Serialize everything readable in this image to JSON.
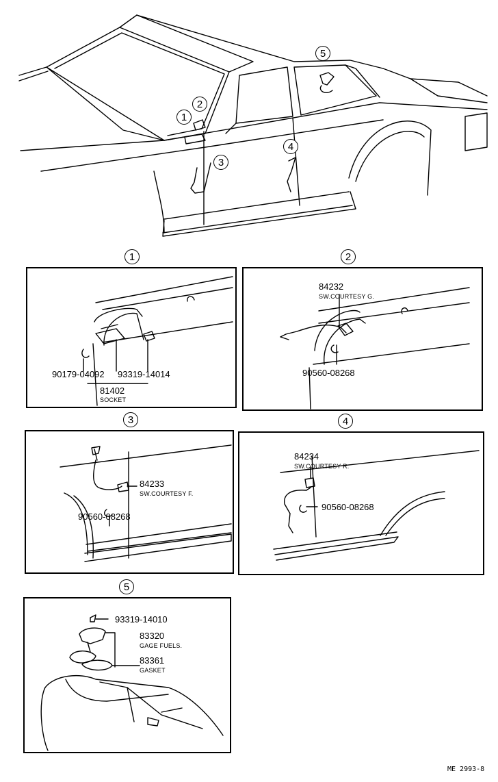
{
  "overview": {
    "callouts": [
      "1",
      "2",
      "3",
      "4",
      "5"
    ]
  },
  "panels": [
    {
      "number": "1",
      "parts": [
        {
          "part_no": "90179-04092",
          "name": ""
        },
        {
          "part_no": "93319-14014",
          "name": ""
        },
        {
          "part_no": "81402",
          "name": "SOCKET"
        }
      ]
    },
    {
      "number": "2",
      "parts": [
        {
          "part_no": "84232",
          "name": "SW.COURTESY G."
        },
        {
          "part_no": "90560-08268",
          "name": ""
        }
      ]
    },
    {
      "number": "3",
      "parts": [
        {
          "part_no": "84233",
          "name": "SW.COURTESY F."
        },
        {
          "part_no": "90560-08268",
          "name": ""
        }
      ]
    },
    {
      "number": "4",
      "parts": [
        {
          "part_no": "84234",
          "name": "SW.COURTESY R."
        },
        {
          "part_no": "90560-08268",
          "name": ""
        }
      ]
    },
    {
      "number": "5",
      "parts": [
        {
          "part_no": "93319-14010",
          "name": ""
        },
        {
          "part_no": "83320",
          "name": "GAGE FUELS."
        },
        {
          "part_no": "83361",
          "name": "GASKET"
        }
      ]
    }
  ],
  "footer": {
    "code": "ME 2993-8"
  }
}
